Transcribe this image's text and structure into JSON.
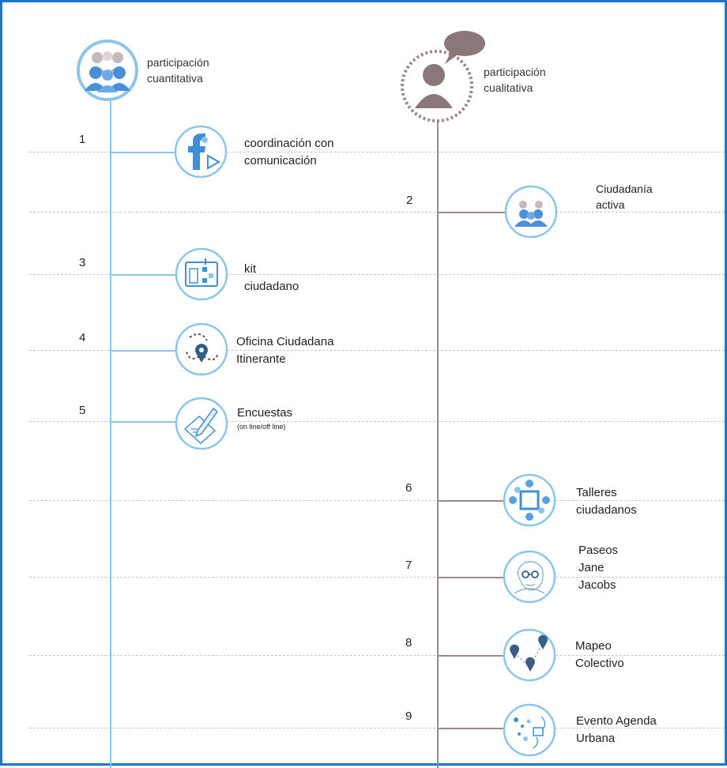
{
  "columns": {
    "left": {
      "title": [
        "participación",
        "cuantitativa"
      ],
      "header_icon": "group-people-icon",
      "color": "#8bc6ea"
    },
    "right": {
      "title": [
        "participación",
        "cualitativa"
      ],
      "header_icon": "person-speech-icon",
      "color": "#9a8a8c"
    }
  },
  "items": [
    {
      "num": "1",
      "lines": [
        "coordinación con",
        "comunicación"
      ],
      "icon": "facebook-share-icon"
    },
    {
      "num": "2",
      "lines": [
        "Ciudadanía",
        "activa"
      ],
      "icon": "citizens-group-icon"
    },
    {
      "num": "3",
      "lines": [
        "kit",
        "ciudadano"
      ],
      "icon": "kit-map-icon"
    },
    {
      "num": "4",
      "lines": [
        "Oficina Ciudadana",
        "Itinerante"
      ],
      "icon": "route-marker-icon"
    },
    {
      "num": "5",
      "lines": [
        "Encuestas"
      ],
      "note": "(on line/off line)",
      "icon": "survey-pencil-icon"
    },
    {
      "num": "6",
      "lines": [
        "Talleres",
        "ciudadanos"
      ],
      "icon": "workshop-table-icon"
    },
    {
      "num": "7",
      "lines": [
        "Paseos",
        "Jane",
        "Jacobs"
      ],
      "icon": "jane-jacobs-portrait-icon"
    },
    {
      "num": "8",
      "lines": [
        "Mapeo",
        "Colectivo"
      ],
      "icon": "map-pins-icon"
    },
    {
      "num": "9",
      "lines": [
        "Evento Agenda",
        "Urbana"
      ],
      "icon": "urban-event-icon"
    }
  ]
}
